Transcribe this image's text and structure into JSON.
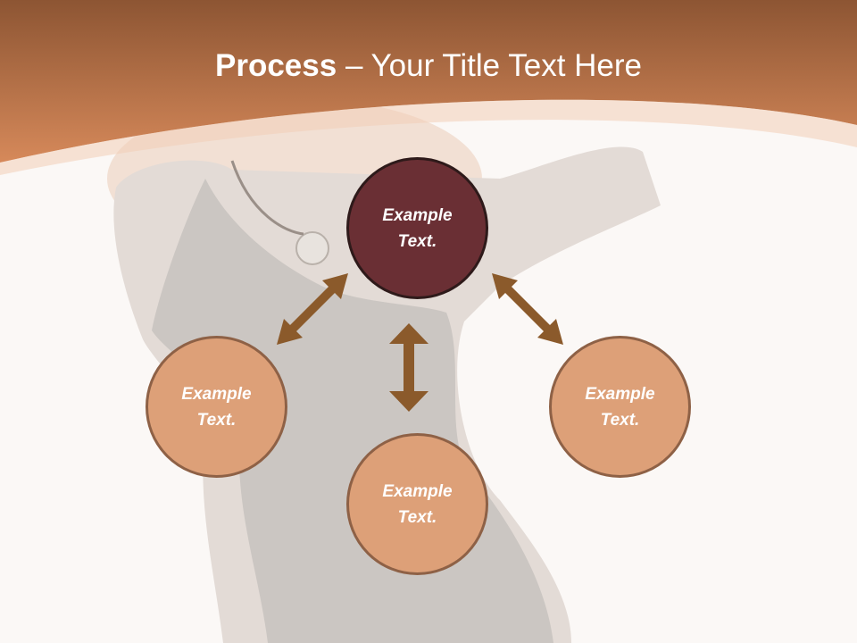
{
  "slide": {
    "title_bold": "Process",
    "title_rest": " – Your Title Text Here"
  },
  "nodes": {
    "center": "Example Text.",
    "left": "Example Text.",
    "bottom": "Example Text.",
    "right": "Example Text."
  },
  "colors": {
    "header_top": "#8d5533",
    "header_bottom": "#d2875a",
    "center_fill": "#6a2f34",
    "side_fill": "#dda078",
    "arrow": "#8b5a2b"
  }
}
